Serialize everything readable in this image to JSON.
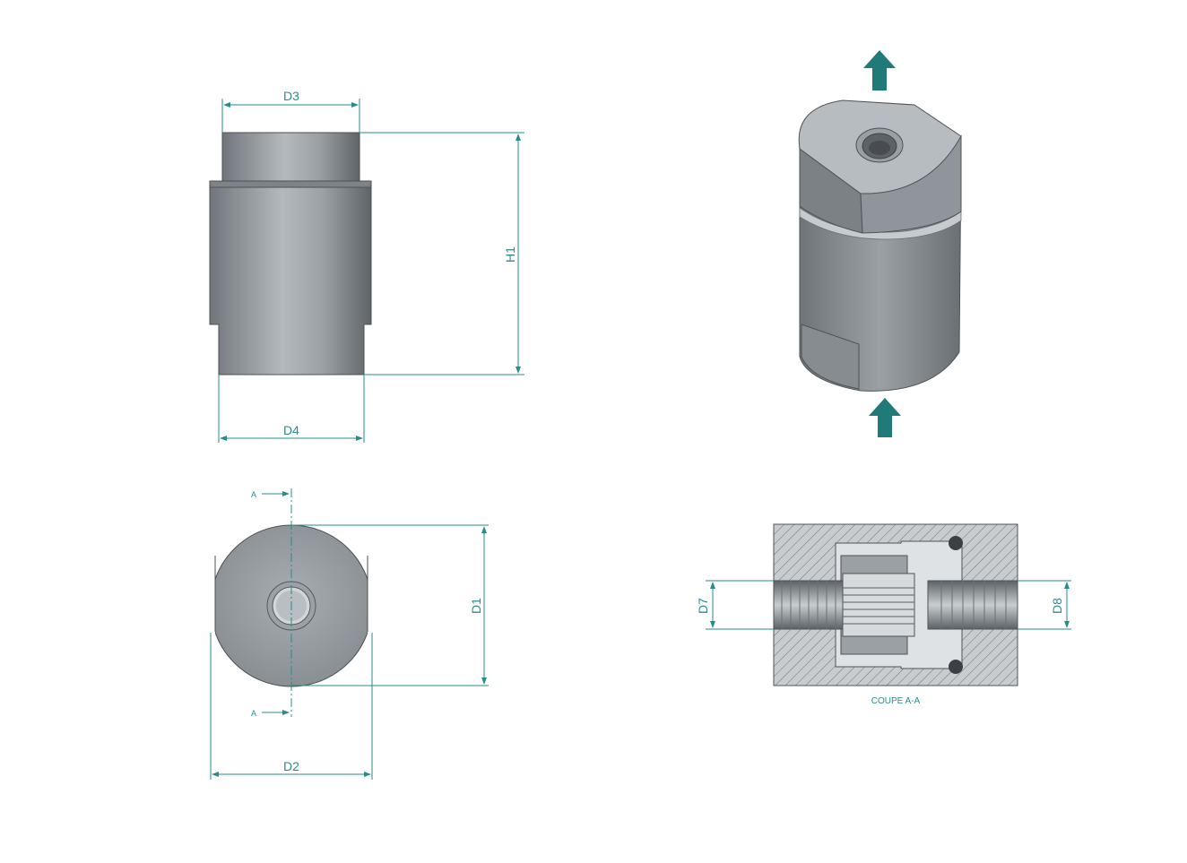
{
  "front_view": {
    "dims": {
      "top_diameter": "D3",
      "height": "H1",
      "bottom_diameter": "D4"
    }
  },
  "top_view": {
    "dims": {
      "diameter_vertical": "D1",
      "diameter_horizontal": "D2"
    },
    "section_marker_top": "A",
    "section_marker_bottom": "A"
  },
  "section_view": {
    "dims": {
      "left_thread": "D7",
      "right_thread": "D8"
    },
    "caption": "COUPE A-A"
  },
  "iso_view": {
    "arrow_color": "#1f7a78"
  },
  "colors": {
    "dimension": "#2a8b8b",
    "body_gray": "#8d9499",
    "hatch": "#7a7f84"
  }
}
